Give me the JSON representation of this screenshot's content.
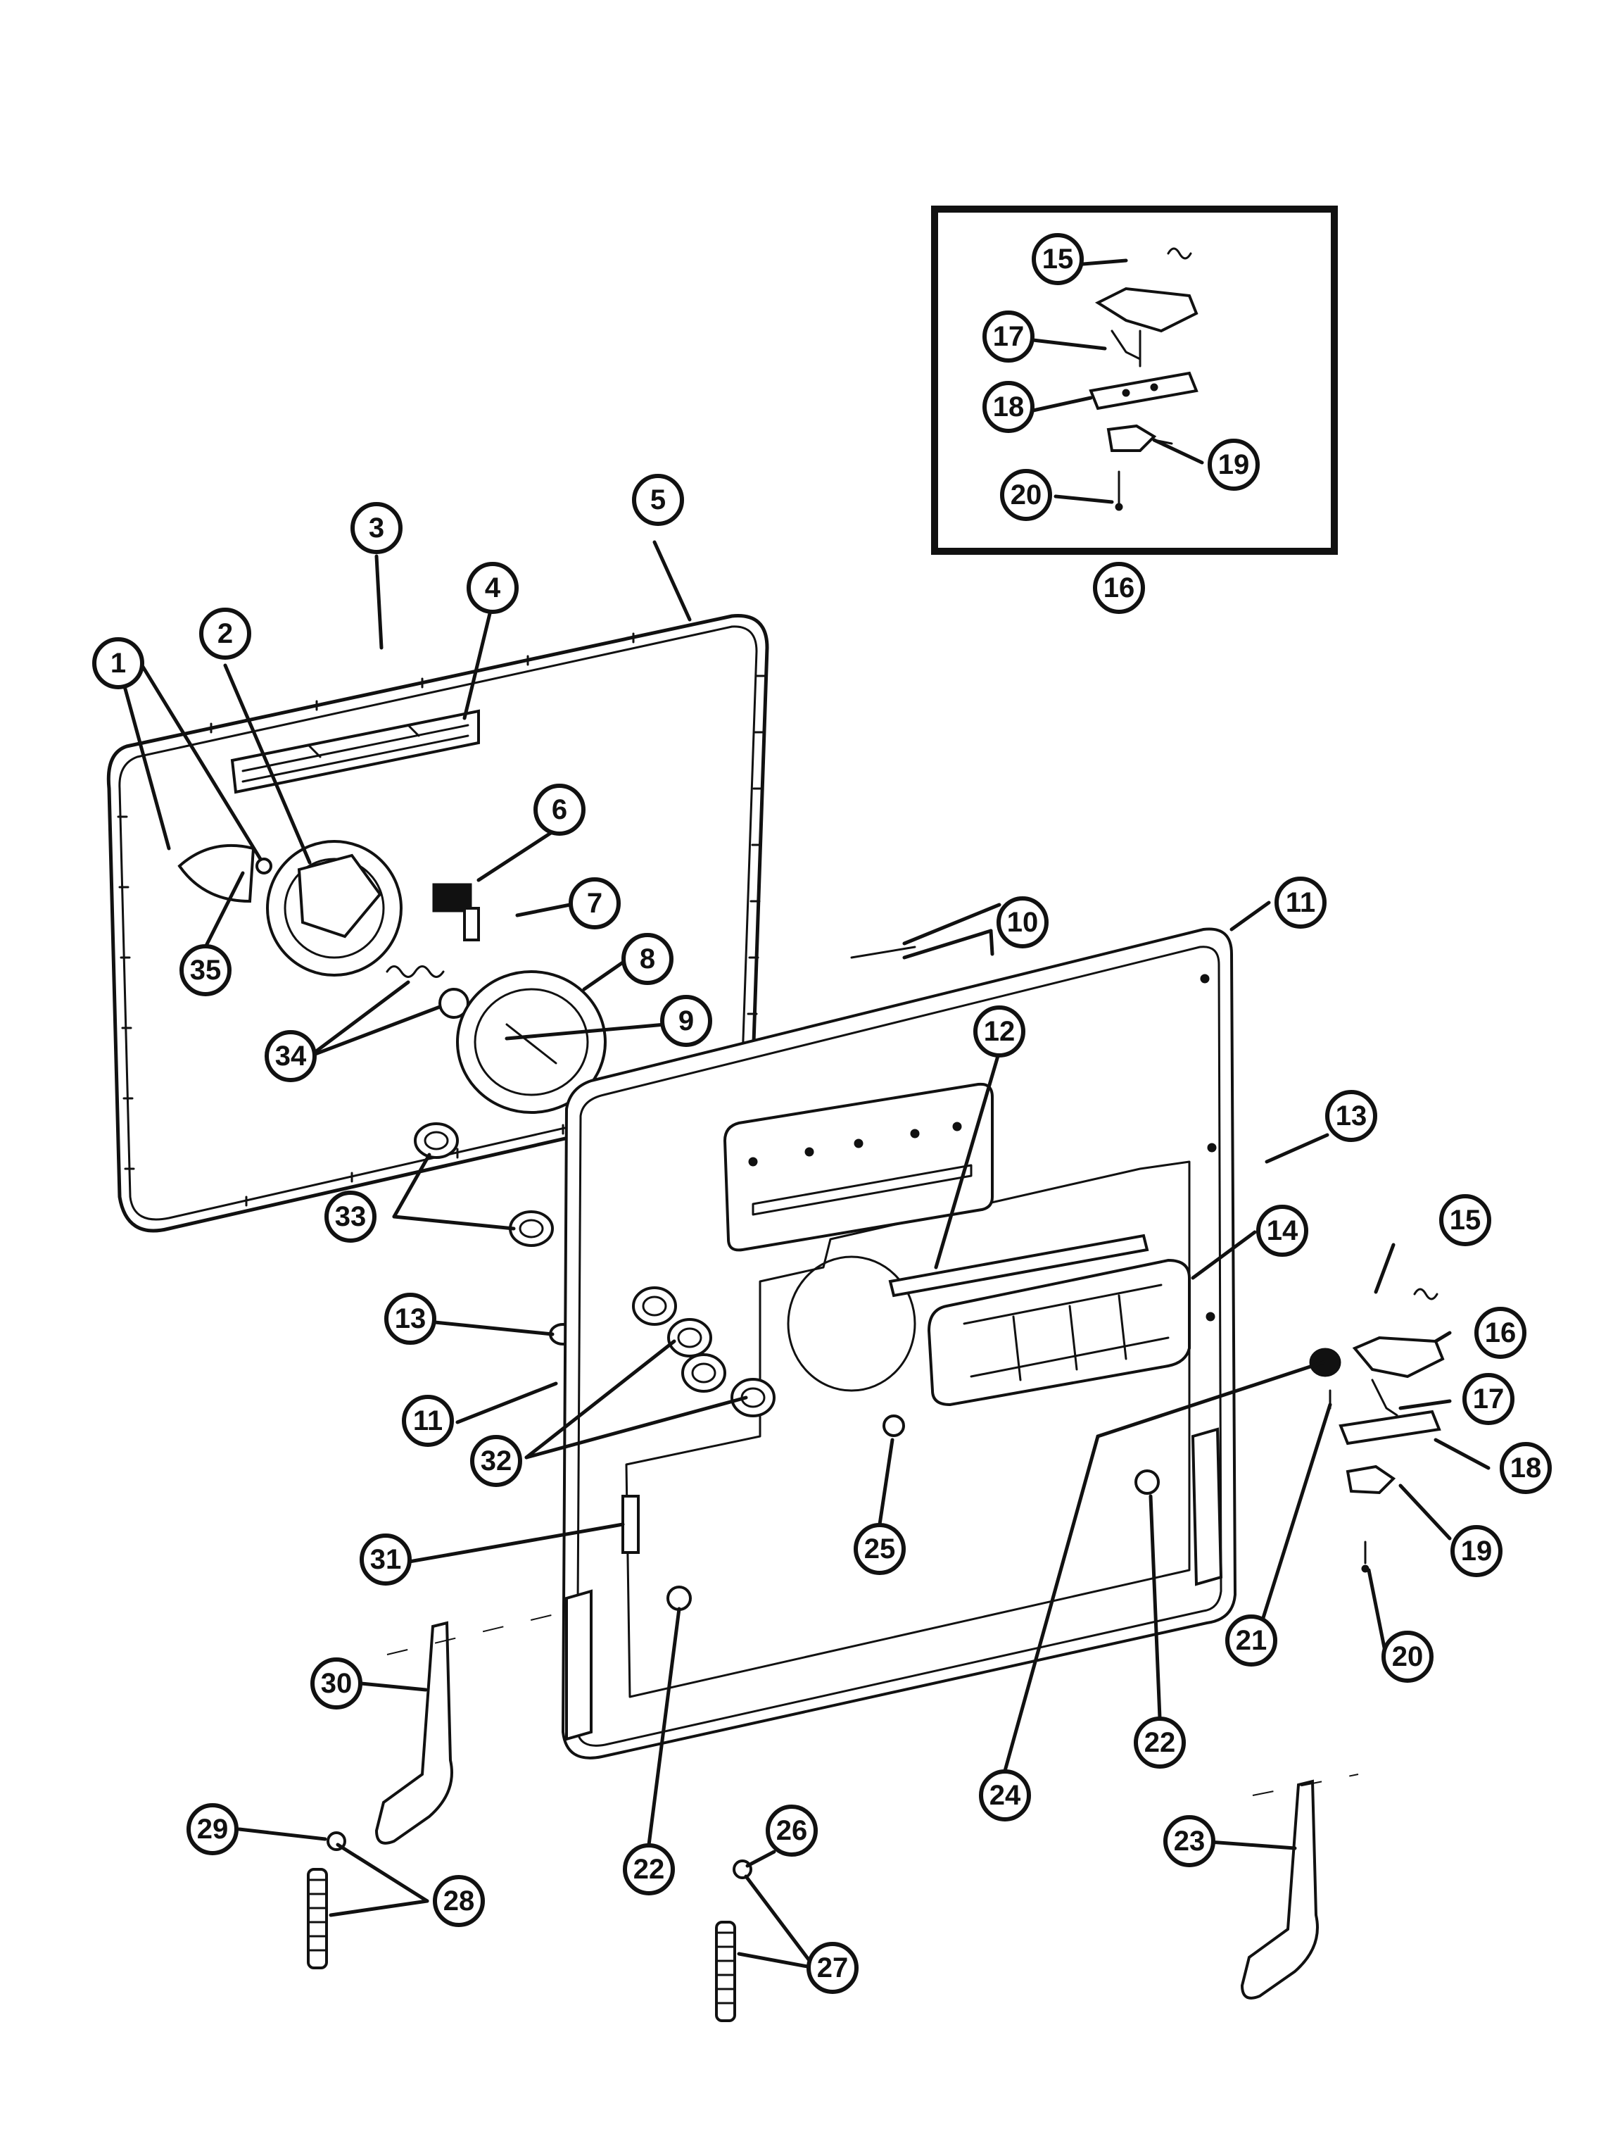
{
  "callouts": [
    {
      "id": "c1",
      "label": "1"
    },
    {
      "id": "c2",
      "label": "2"
    },
    {
      "id": "c3",
      "label": "3"
    },
    {
      "id": "c4",
      "label": "4"
    },
    {
      "id": "c5",
      "label": "5"
    },
    {
      "id": "c6",
      "label": "6"
    },
    {
      "id": "c7",
      "label": "7"
    },
    {
      "id": "c8",
      "label": "8"
    },
    {
      "id": "c9",
      "label": "9"
    },
    {
      "id": "c10",
      "label": "10"
    },
    {
      "id": "c11a",
      "label": "11"
    },
    {
      "id": "c11b",
      "label": "11"
    },
    {
      "id": "c12",
      "label": "12"
    },
    {
      "id": "c13a",
      "label": "13"
    },
    {
      "id": "c13b",
      "label": "13"
    },
    {
      "id": "c14",
      "label": "14"
    },
    {
      "id": "c15a",
      "label": "15"
    },
    {
      "id": "c15b",
      "label": "15"
    },
    {
      "id": "c16a",
      "label": "16"
    },
    {
      "id": "c16b",
      "label": "16"
    },
    {
      "id": "c17a",
      "label": "17"
    },
    {
      "id": "c17b",
      "label": "17"
    },
    {
      "id": "c18a",
      "label": "18"
    },
    {
      "id": "c18b",
      "label": "18"
    },
    {
      "id": "c19a",
      "label": "19"
    },
    {
      "id": "c19b",
      "label": "19"
    },
    {
      "id": "c20a",
      "label": "20"
    },
    {
      "id": "c20b",
      "label": "20"
    },
    {
      "id": "c21",
      "label": "21"
    },
    {
      "id": "c22a",
      "label": "22"
    },
    {
      "id": "c22b",
      "label": "22"
    },
    {
      "id": "c23",
      "label": "23"
    },
    {
      "id": "c24",
      "label": "24"
    },
    {
      "id": "c25",
      "label": "25"
    },
    {
      "id": "c26",
      "label": "26"
    },
    {
      "id": "c27",
      "label": "27"
    },
    {
      "id": "c28",
      "label": "28"
    },
    {
      "id": "c29",
      "label": "29"
    },
    {
      "id": "c30",
      "label": "30"
    },
    {
      "id": "c31",
      "label": "31"
    },
    {
      "id": "c32",
      "label": "32"
    },
    {
      "id": "c33",
      "label": "33"
    },
    {
      "id": "c34",
      "label": "34"
    },
    {
      "id": "c35",
      "label": "35"
    }
  ]
}
